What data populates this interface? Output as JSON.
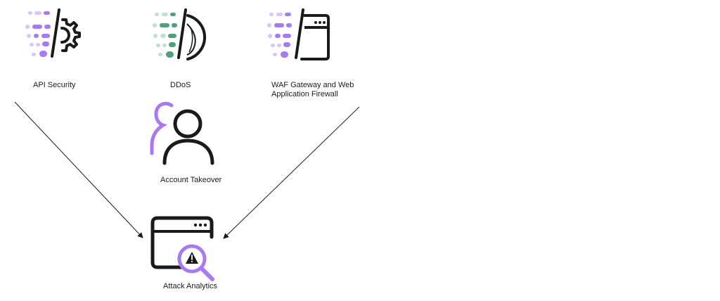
{
  "nodes": {
    "api_security": {
      "label": "API Security",
      "icon": "api-security-gear-icon"
    },
    "ddos": {
      "label": "DDoS",
      "icon": "ddos-shield-icon"
    },
    "waf": {
      "label_line1": "WAF Gateway and Web",
      "label_line2": "Application Firewall",
      "icon": "waf-window-icon"
    },
    "account_takeover": {
      "label": "Account Takeover",
      "icon": "user-group-icon"
    },
    "attack_analytics": {
      "label": "Attack Analytics",
      "icon": "browser-warning-magnifier-icon"
    }
  },
  "edges": [
    {
      "from": "api_security",
      "to": "attack_analytics"
    },
    {
      "from": "waf",
      "to": "attack_analytics"
    }
  ],
  "colors": {
    "purple": "#a77af4",
    "purple_light": "#d9c5fb",
    "green": "#4fa07a",
    "green_light": "#bfe1cd",
    "ink": "#1a1a1a"
  }
}
